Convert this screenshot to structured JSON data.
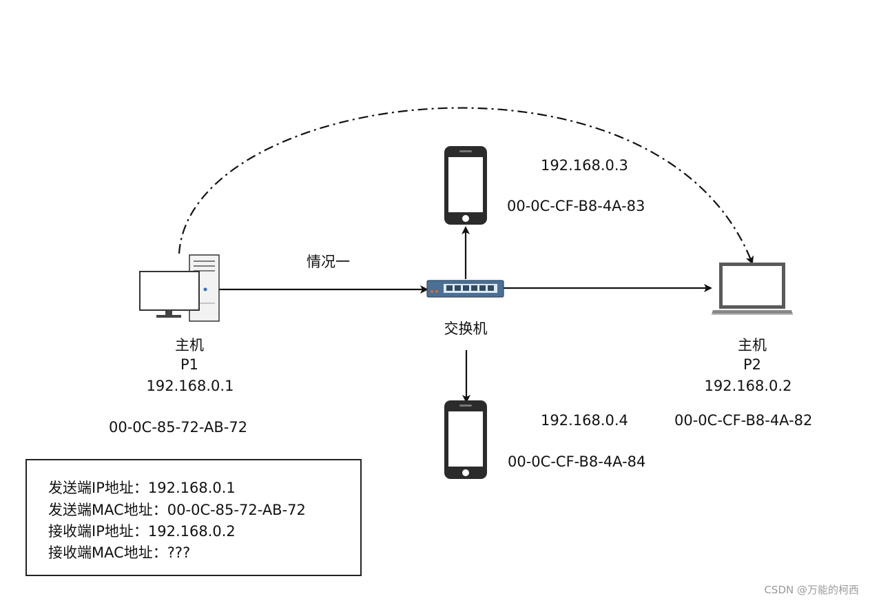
{
  "labels": {
    "case_label": "情况一",
    "switch_label": "交换机",
    "phone_top": {
      "ip": "192.168.0.3",
      "mac": "00-0C-CF-B8-4A-83"
    },
    "phone_bottom": {
      "ip": "192.168.0.4",
      "mac": "00-0C-CF-B8-4A-84"
    },
    "host_p1": {
      "type": "主机",
      "name": "P1",
      "ip": "192.168.0.1",
      "mac": "00-0C-85-72-AB-72"
    },
    "host_p2": {
      "type": "主机",
      "name": "P2",
      "ip": "192.168.0.2",
      "mac": "00-0C-CF-B8-4A-82"
    }
  },
  "info_box": {
    "line1": "发送端IP地址：192.168.0.1",
    "line2": "发送端MAC地址：00-0C-85-72-AB-72",
    "line3": "接收端IP地址：192.168.0.2",
    "line4": "接收端MAC地址：???"
  },
  "watermark": "CSDN @万能的柯西",
  "icons": {
    "host_p1": "desktop-computer-icon",
    "host_p2": "laptop-icon",
    "switch": "network-switch-icon",
    "phone_top": "smartphone-icon",
    "phone_bottom": "smartphone-icon"
  },
  "colors": {
    "line": "#111111",
    "device_dark": "#2b2b2b",
    "switch_blue": "#3a5f86",
    "laptop_gray": "#5a5a5a"
  }
}
